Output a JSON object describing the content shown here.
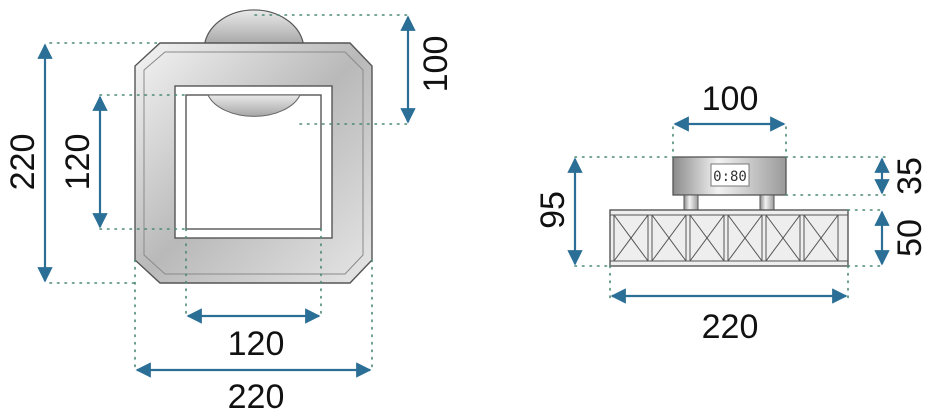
{
  "colors": {
    "dimension_line": "#2b6f96",
    "extension_line": "#4a8a70",
    "text": "#111111",
    "frame": "#b8b8b8"
  },
  "front_view": {
    "width_outer": "220",
    "width_inner": "120",
    "height_outer": "220",
    "height_inner": "120",
    "mount_height": "100"
  },
  "side_view": {
    "base_width": "100",
    "total_height": "95",
    "base_height": "35",
    "crystal_height": "50",
    "total_width": "220",
    "display_text": "0:80"
  }
}
